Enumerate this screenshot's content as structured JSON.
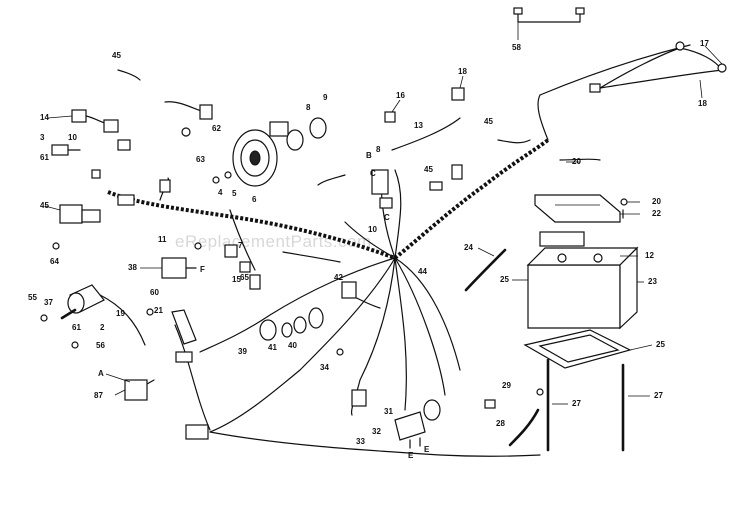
{
  "watermark": "eReplacementParts.com",
  "callouts": [
    {
      "id": "c58",
      "label": "58"
    },
    {
      "id": "c17",
      "label": "17"
    },
    {
      "id": "c18a",
      "label": "18"
    },
    {
      "id": "c18b",
      "label": "18"
    },
    {
      "id": "c45a",
      "label": "45"
    },
    {
      "id": "c45b",
      "label": "45"
    },
    {
      "id": "c45c",
      "label": "45"
    },
    {
      "id": "c45d",
      "label": "45"
    },
    {
      "id": "c16",
      "label": "16"
    },
    {
      "id": "c8a",
      "label": "8"
    },
    {
      "id": "c9",
      "label": "9"
    },
    {
      "id": "c14",
      "label": "14"
    },
    {
      "id": "c3",
      "label": "3"
    },
    {
      "id": "c10a",
      "label": "10"
    },
    {
      "id": "c61a",
      "label": "61"
    },
    {
      "id": "c62",
      "label": "62"
    },
    {
      "id": "c63",
      "label": "63"
    },
    {
      "id": "c4",
      "label": "4"
    },
    {
      "id": "c5",
      "label": "5"
    },
    {
      "id": "c6",
      "label": "6"
    },
    {
      "id": "c13",
      "label": "13"
    },
    {
      "id": "cB",
      "label": "B"
    },
    {
      "id": "c8b",
      "label": "8"
    },
    {
      "id": "cCa",
      "label": "C"
    },
    {
      "id": "cCb",
      "label": "C"
    },
    {
      "id": "c10b",
      "label": "10"
    },
    {
      "id": "c20a",
      "label": "20"
    },
    {
      "id": "c20b",
      "label": "20"
    },
    {
      "id": "c22",
      "label": "22"
    },
    {
      "id": "c64",
      "label": "64"
    },
    {
      "id": "c11",
      "label": "11"
    },
    {
      "id": "cF",
      "label": "F"
    },
    {
      "id": "c7",
      "label": "7"
    },
    {
      "id": "c65",
      "label": "65"
    },
    {
      "id": "c15",
      "label": "15"
    },
    {
      "id": "c38",
      "label": "38"
    },
    {
      "id": "c24",
      "label": "24"
    },
    {
      "id": "c44",
      "label": "44"
    },
    {
      "id": "c12",
      "label": "12"
    },
    {
      "id": "c25a",
      "label": "25"
    },
    {
      "id": "c23",
      "label": "23"
    },
    {
      "id": "c55",
      "label": "55"
    },
    {
      "id": "c37",
      "label": "37"
    },
    {
      "id": "c61b",
      "label": "61"
    },
    {
      "id": "c60",
      "label": "60"
    },
    {
      "id": "c21",
      "label": "21"
    },
    {
      "id": "c19",
      "label": "19"
    },
    {
      "id": "c2",
      "label": "2"
    },
    {
      "id": "c56",
      "label": "56"
    },
    {
      "id": "c42",
      "label": "42"
    },
    {
      "id": "c39",
      "label": "39"
    },
    {
      "id": "c41",
      "label": "41"
    },
    {
      "id": "c40",
      "label": "40"
    },
    {
      "id": "c34",
      "label": "34"
    },
    {
      "id": "c25b",
      "label": "25"
    },
    {
      "id": "cA",
      "label": "A"
    },
    {
      "id": "c87",
      "label": "87"
    },
    {
      "id": "c29",
      "label": "29"
    },
    {
      "id": "c27a",
      "label": "27"
    },
    {
      "id": "c27b",
      "label": "27"
    },
    {
      "id": "c28",
      "label": "28"
    },
    {
      "id": "c31",
      "label": "31"
    },
    {
      "id": "c33",
      "label": "33"
    },
    {
      "id": "c32",
      "label": "32"
    },
    {
      "id": "cEa",
      "label": "E"
    },
    {
      "id": "cEb",
      "label": "E"
    }
  ]
}
